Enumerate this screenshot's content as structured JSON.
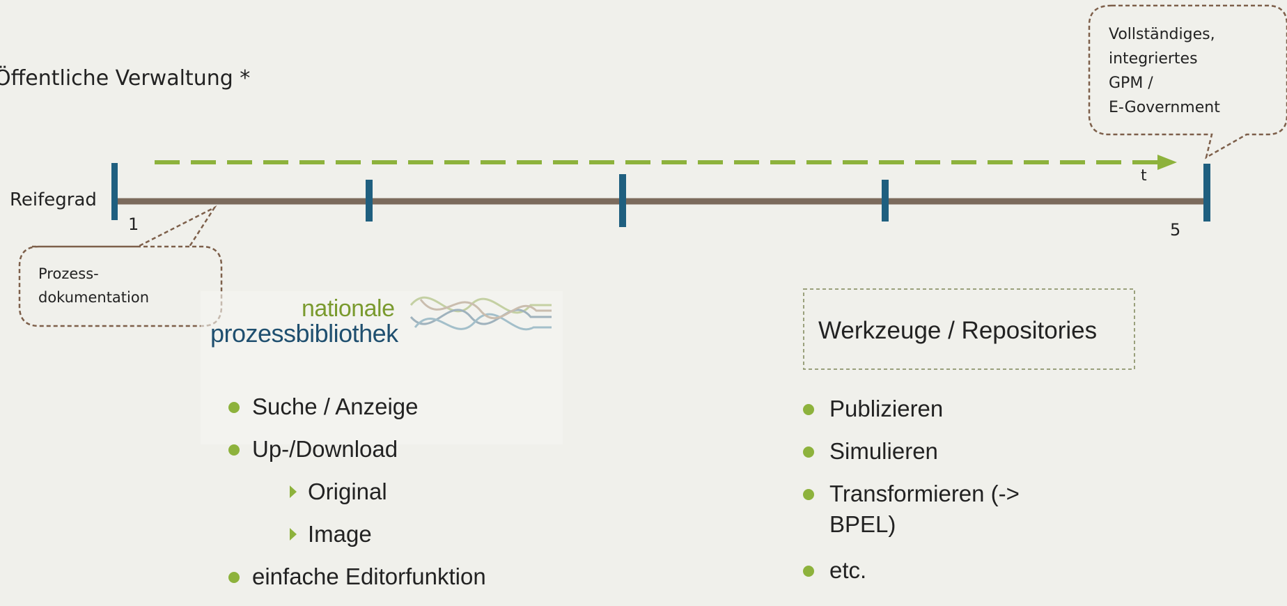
{
  "title": "Öffentliche Verwaltung *",
  "timeline": {
    "axis_label": "Reifegrad",
    "start_value": "1",
    "end_value": "5",
    "time_label": "t"
  },
  "callouts": {
    "process_doc": [
      "Prozess-",
      "dokumentation"
    ],
    "complete": [
      "Vollständiges,",
      "integriertes",
      "GPM /",
      "E-Government"
    ]
  },
  "logo": {
    "line1": "nationale",
    "line2": "prozessbibliothek"
  },
  "left_list": {
    "item1": "Suche /  Anzeige",
    "item2": "Up-/Download",
    "sub1": "Original",
    "sub2": "Image",
    "item3": "einfache Editorfunktion"
  },
  "tools_box": {
    "label": "Werkzeuge / Repositories"
  },
  "right_list": {
    "item1": "Publizieren",
    "item2": "Simulieren",
    "item3_line1": "Transformieren (->",
    "item3_line2": "BPEL)",
    "item4": "etc."
  },
  "colors": {
    "background": "#f0f0eb",
    "axis": "#7b6a5c",
    "tick": "#1f5f7f",
    "accent_green": "#8db23c",
    "callout_border": "#7d5f4a",
    "box_border": "#9aa07c",
    "logo_green": "#7a9a2e",
    "logo_blue": "#1f4f6f"
  }
}
